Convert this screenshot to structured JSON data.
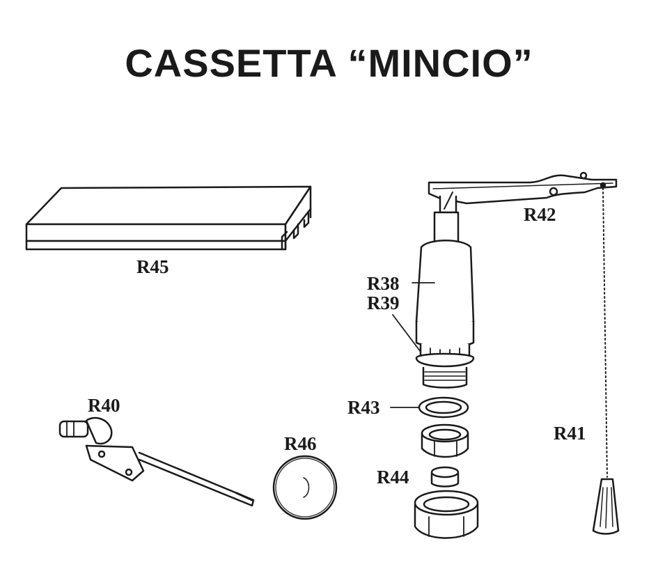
{
  "title": "CASSETTA “MINCIO”",
  "parts": {
    "r45": "R45",
    "r42": "R42",
    "r38": "R38",
    "r39": "R39",
    "r40": "R40",
    "r46": "R46",
    "r43": "R43",
    "r44": "R44",
    "r41": "R41"
  },
  "colors": {
    "ink": "#1a1a1a",
    "paper": "#ffffff",
    "shade": "#bdbdbd"
  }
}
